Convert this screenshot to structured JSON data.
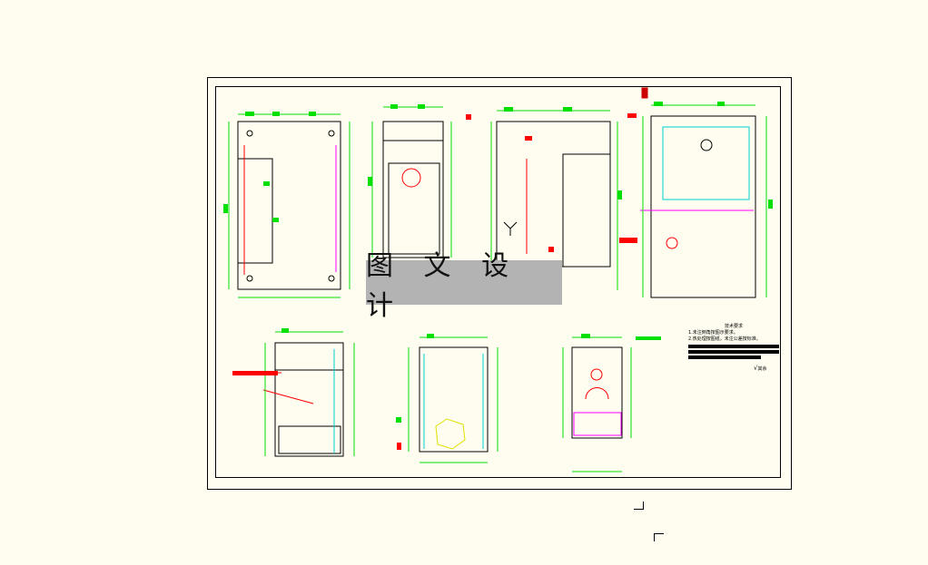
{
  "watermark": {
    "text": "图 文 设 计"
  },
  "notes": {
    "title": "技术要求",
    "line1": "1.未注倒角按图示要求。",
    "line2": "2.热处理按图纸，未注公差按标准。"
  },
  "roughness": {
    "symbol": "√",
    "text": "其余"
  },
  "colors": {
    "background": "#fffdf0",
    "frame": "#000000",
    "geometry": "#00e000",
    "dimension": "#00ff00",
    "accent_red": "#ff0000",
    "accent_magenta": "#ff00ff",
    "accent_cyan": "#00d0d0",
    "accent_yellow": "#e0e000",
    "watermark_bg": "#b3b3b3"
  }
}
